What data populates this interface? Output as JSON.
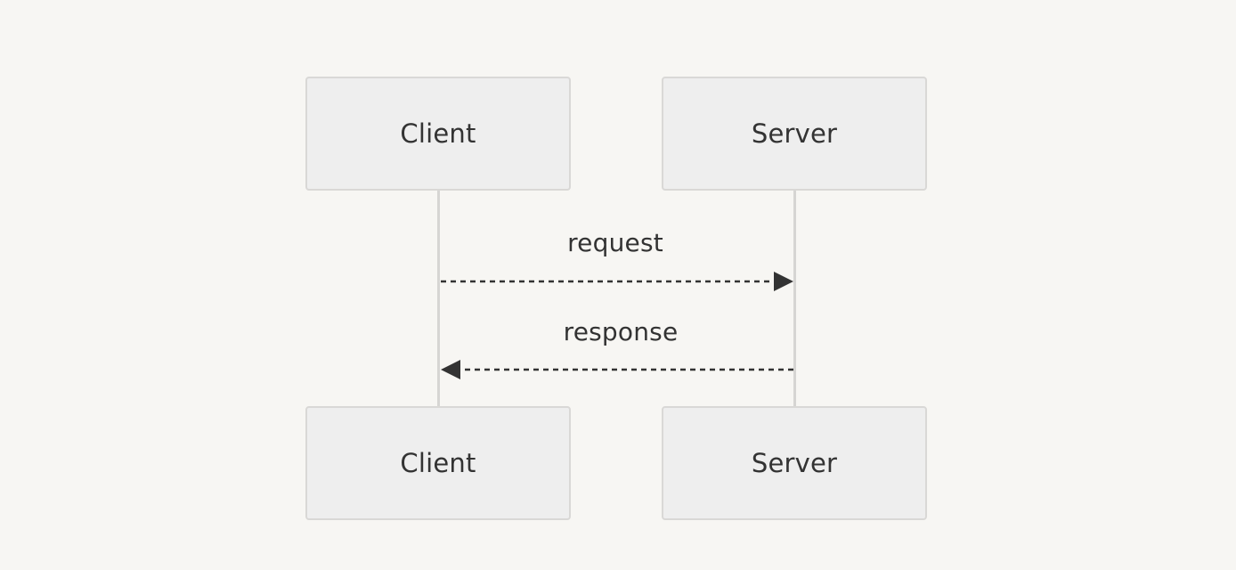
{
  "participants": [
    {
      "id": "client",
      "label": "Client"
    },
    {
      "id": "server",
      "label": "Server"
    }
  ],
  "messages": [
    {
      "from": "client",
      "to": "server",
      "label": "request",
      "style": "dashed"
    },
    {
      "from": "server",
      "to": "client",
      "label": "response",
      "style": "dashed"
    }
  ],
  "colors": {
    "background": "#f7f6f3",
    "box_fill": "#eeeeee",
    "box_border": "#d9d8d6",
    "lifeline": "#d6d5d3",
    "text": "#333333",
    "arrow": "#333333"
  }
}
